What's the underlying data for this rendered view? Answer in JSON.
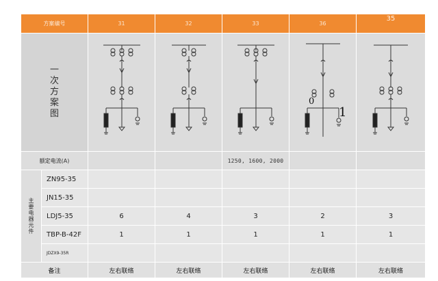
{
  "header": {
    "label": "方案编号",
    "schemes": [
      "31",
      "32",
      "33",
      "36",
      "35"
    ]
  },
  "diagram_row": {
    "label": "一次方案图",
    "overlay_text_36": [
      "0",
      "1"
    ]
  },
  "rated_current": {
    "label": "额定电流(A)",
    "values": [
      "",
      "",
      "1250, 1600, 2000",
      "",
      ""
    ]
  },
  "components": {
    "label": "主要电器元件",
    "rows": [
      {
        "name": "ZN95-35",
        "values": [
          "",
          "",
          "",
          "",
          ""
        ]
      },
      {
        "name": "JN15-35",
        "values": [
          "",
          "",
          "",
          "",
          ""
        ]
      },
      {
        "name": "LDJ5-35",
        "values": [
          "6",
          "4",
          "3",
          "2",
          "3"
        ]
      },
      {
        "name": "TBP-B-42F",
        "values": [
          "1",
          "1",
          "1",
          "1",
          "1"
        ]
      },
      {
        "name": "JDZX9-35R",
        "values": [
          "",
          "",
          "",
          "",
          ""
        ]
      }
    ]
  },
  "remarks": {
    "label": "备注",
    "values": [
      "左右联络",
      "左右联络",
      "左右联络",
      "左右联络",
      "左右联络"
    ]
  },
  "colors": {
    "header_bg": "#f08a30",
    "cell_bg": "#e6e6e6",
    "diagram_bg": "#dcdcdc"
  }
}
